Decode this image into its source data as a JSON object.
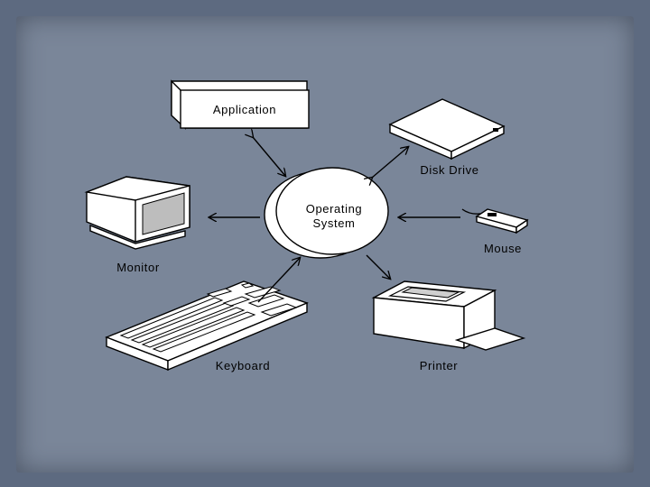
{
  "diagram": {
    "center": {
      "line1": "Operating",
      "line2": "System"
    },
    "nodes": {
      "application": "Application",
      "disk_drive": "Disk Drive",
      "mouse": "Mouse",
      "monitor": "Monitor",
      "keyboard": "Keyboard",
      "printer": "Printer"
    }
  },
  "colors": {
    "background": "#5d6a80",
    "panel": "#7a8699",
    "line": "#000000",
    "device_fill": "#ffffff"
  }
}
